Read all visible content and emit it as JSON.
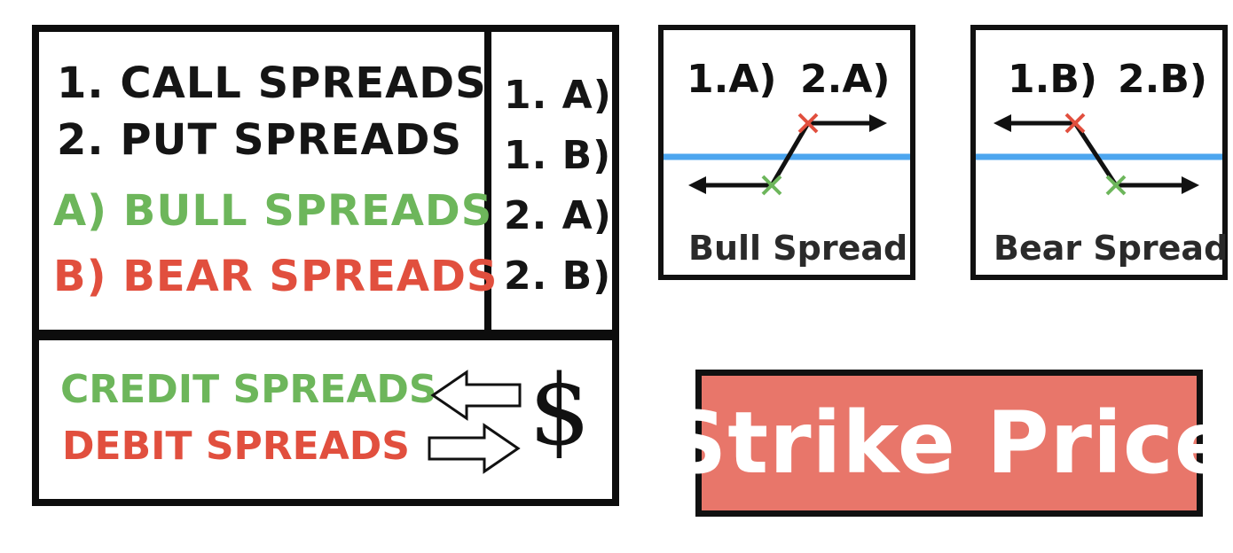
{
  "main_panel": {
    "definitions": [
      {
        "text": "1. CALL SPREADS",
        "color": "#151515"
      },
      {
        "text": "2. PUT SPREADS",
        "color": "#151515"
      },
      {
        "text": "A) BULL SPREADS",
        "color": "#6db65b"
      },
      {
        "text": "B) BEAR SPREADS",
        "color": "#e14f3e"
      }
    ],
    "combos": [
      "1. A)",
      "1. B)",
      "2. A)",
      "2. B)"
    ],
    "credit_label": "CREDIT SPREADS",
    "debit_label": "DEBIT SPREADS",
    "money_symbol": "$"
  },
  "diagrams": [
    {
      "tag_left": "1.A)",
      "tag_right": "2.A)",
      "caption": "Bull Spread",
      "direction": "bull"
    },
    {
      "tag_left": "1.B)",
      "tag_right": "2.B)",
      "caption": "Bear Spread",
      "direction": "bear"
    }
  ],
  "strike_button": {
    "label": "Strike Price"
  },
  "colors": {
    "green": "#6db65b",
    "red": "#e14f3e",
    "blue_line": "#4da6ef",
    "strike_fill": "#e8766a"
  }
}
